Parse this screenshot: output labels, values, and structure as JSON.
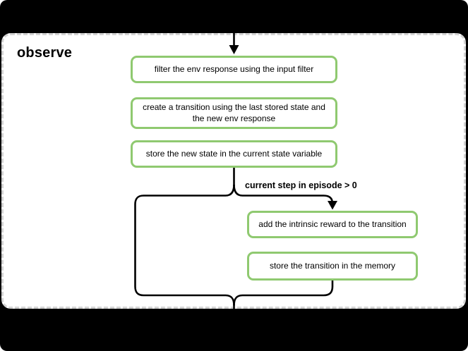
{
  "diagram": {
    "title": "observe",
    "nodes": [
      {
        "label": "filter the env response using the input filter"
      },
      {
        "label": "create a transition using the last stored state and the new env response"
      },
      {
        "label": "store the new state in the current state variable"
      },
      {
        "label": "add the intrinsic reward to the transition"
      },
      {
        "label": "store the transition in the memory"
      }
    ],
    "condition_label": "current step in episode > 0",
    "colors": {
      "background": "#000000",
      "panel_bg": "#ffffff",
      "panel_border": "#d3d3d3",
      "node_border": "#8fc970",
      "edge": "#000000",
      "text": "#000000"
    }
  }
}
